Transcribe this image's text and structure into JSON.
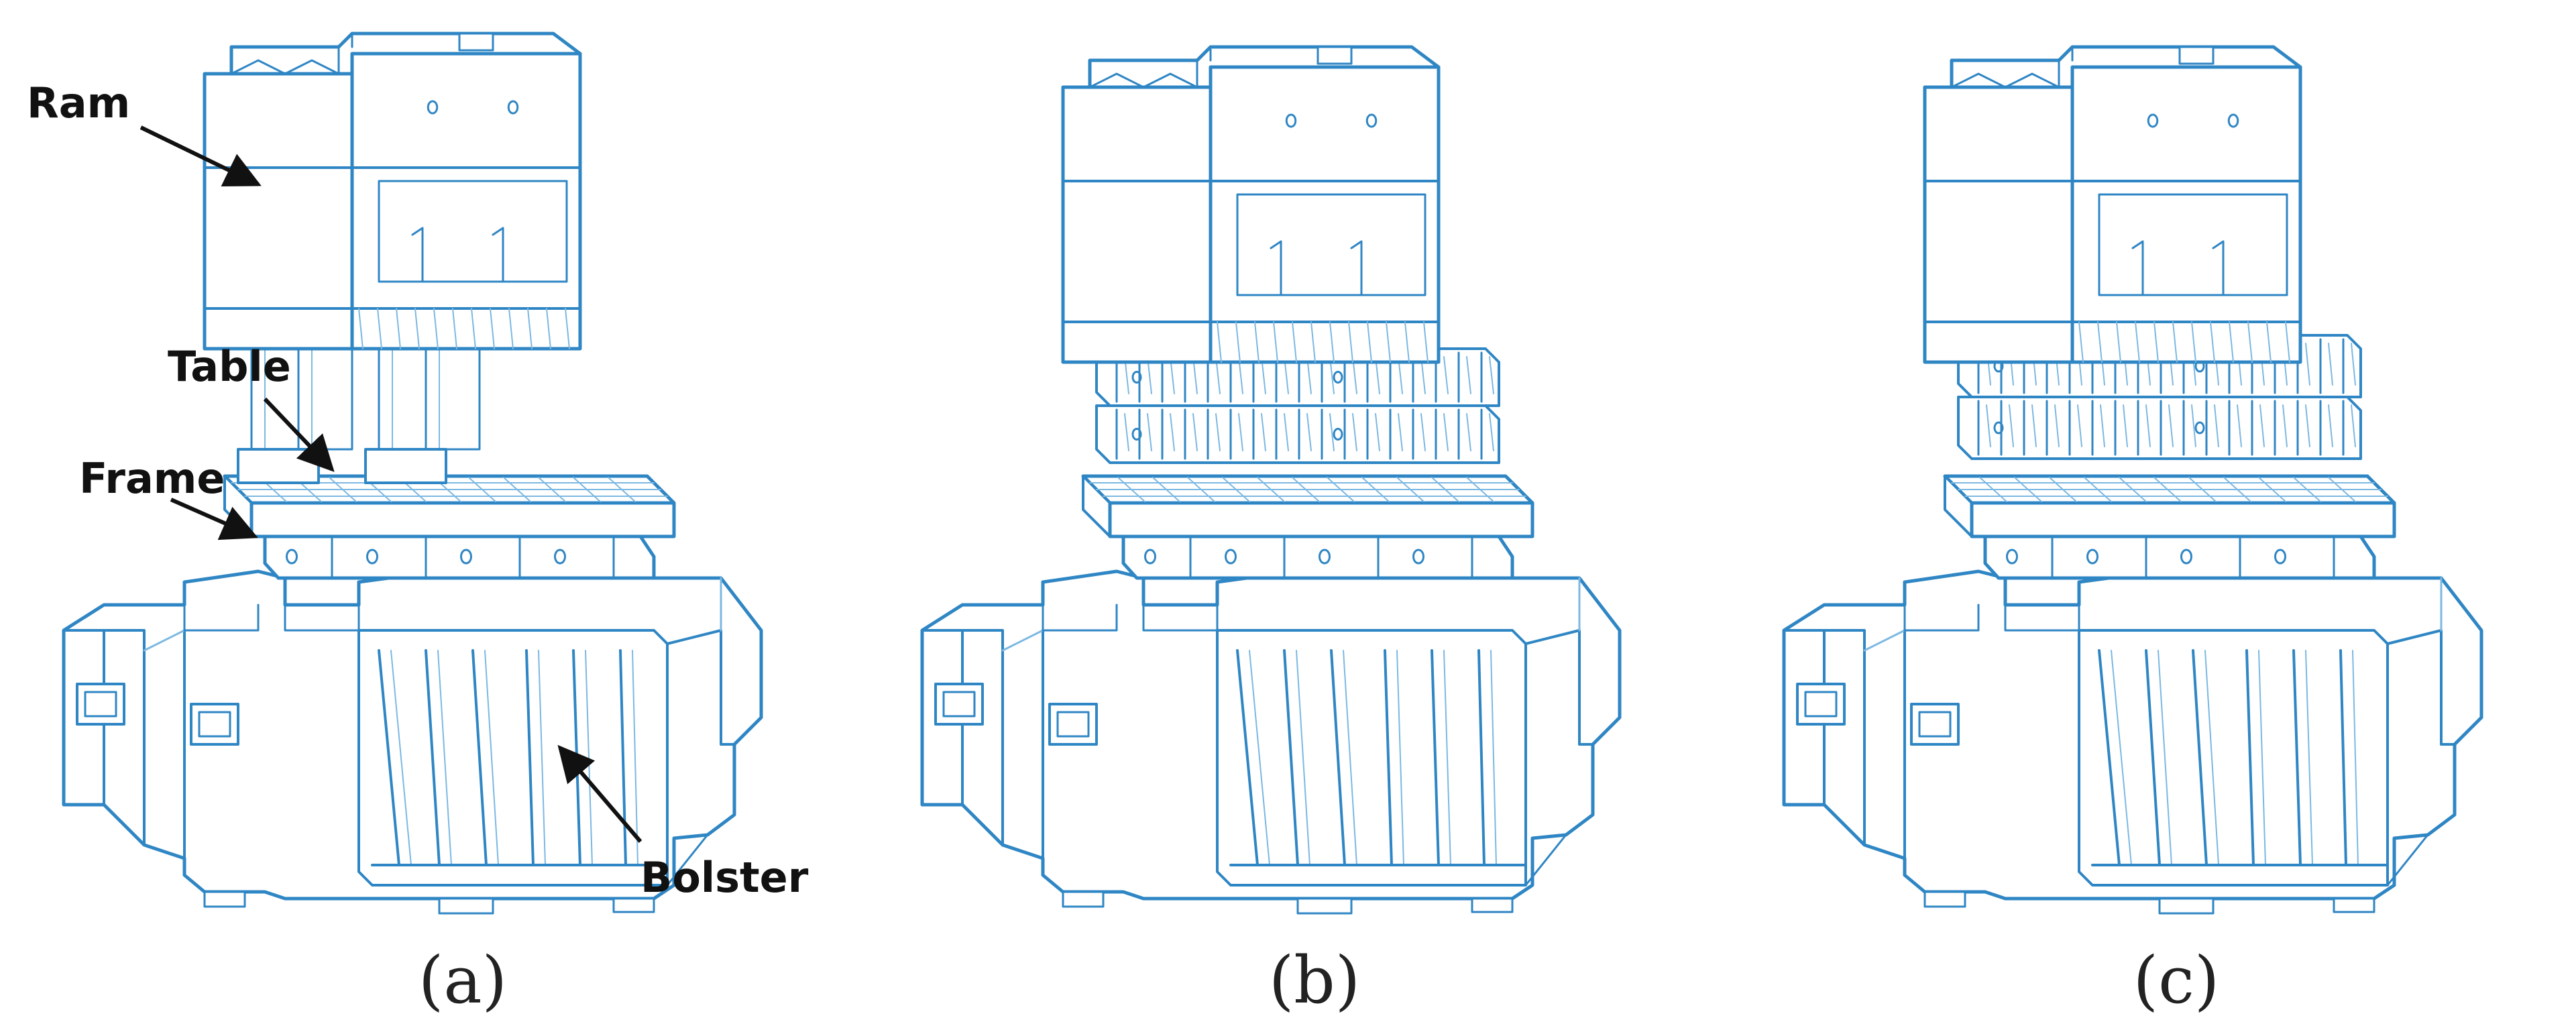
{
  "labels": {
    "ram": "Ram",
    "table": "Table",
    "frame": "Frame",
    "bolster": "Bolster"
  },
  "captions": [
    "(a)",
    "(b)",
    "(c)"
  ],
  "colors": {
    "line": "#2f86c4",
    "line_light": "#7cb8e2",
    "text": "#111111",
    "background": "#ffffff"
  }
}
